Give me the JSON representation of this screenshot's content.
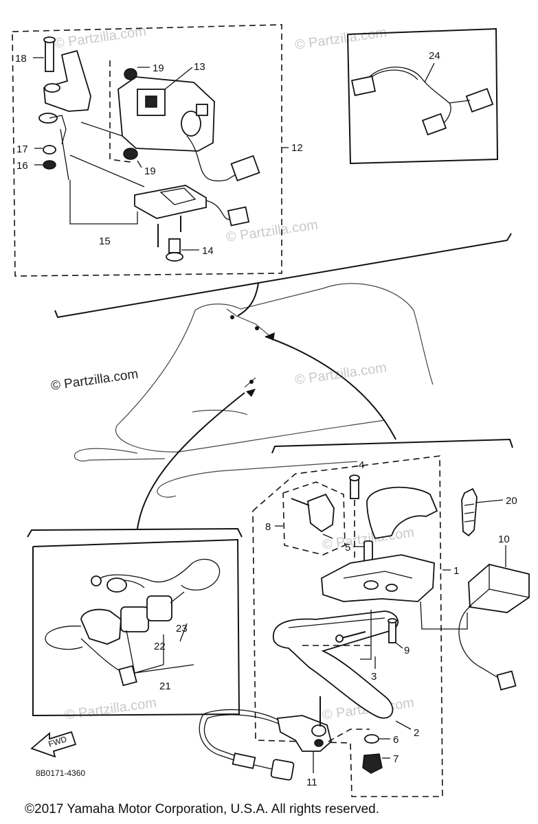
{
  "diagram": {
    "callouts": [
      "1",
      "2",
      "3",
      "4",
      "5",
      "6",
      "7",
      "8",
      "9",
      "10",
      "11",
      "12",
      "13",
      "14",
      "15",
      "16",
      "17",
      "18",
      "19",
      "19",
      "20",
      "21",
      "22",
      "23",
      "24"
    ],
    "part_code": "8B0171-4360",
    "fwd_label": "FWD",
    "watermarks": [
      "© Partzilla.com",
      "© Partzilla.com",
      "© Partzilla.com",
      "© Partzilla.com",
      "© Partzilla.com",
      "© Partzilla.com",
      "© Partzilla.com"
    ],
    "main_watermark": "© Partzilla.com",
    "copyright": "©2017  Yamaha Motor Corporation, U.S.A. All rights reserved."
  }
}
